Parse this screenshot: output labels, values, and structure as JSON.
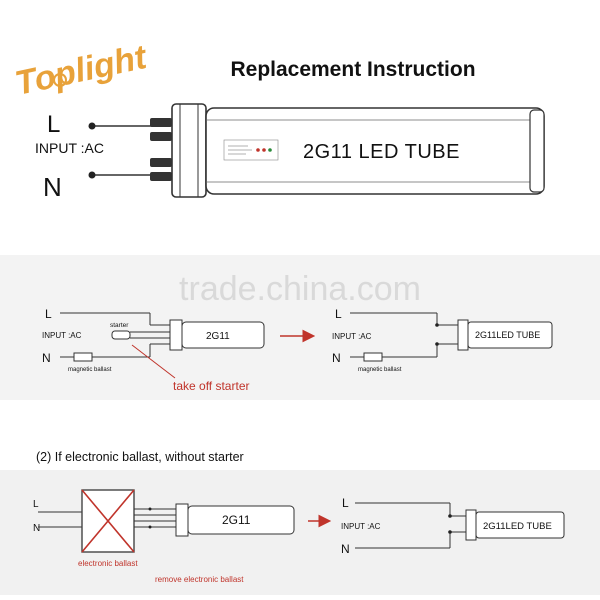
{
  "brand": {
    "logo_text": "Toplight",
    "color": "#e8a23a"
  },
  "title": "Replacement Instruction",
  "hero": {
    "label_l": "L",
    "label_input": "INPUT :AC",
    "label_n": "N",
    "tube_text": "2G11 LED TUBE"
  },
  "watermark": "trade.china.com",
  "section1": {
    "label_l": "L",
    "label_input": "INPUT :AC",
    "label_n": "N",
    "starter_label": "starter",
    "ballast_label": "magnetic ballast",
    "tube_text": "2G11",
    "take_off_label": "take off starter",
    "after": {
      "label_l": "L",
      "label_input": "INPUT :AC",
      "label_n": "N",
      "ballast_label": "magnetic ballast",
      "tube_text": "2G11LED TUBE"
    }
  },
  "section2": {
    "heading": "(2) If electronic ballast, without starter",
    "label_l_cut": "L",
    "label_n_cut": "N",
    "ballast_label": "electronic ballast",
    "tube_text": "2G11",
    "remove_label": "remove electronic ballast",
    "after": {
      "label_l": "L",
      "label_input": "INPUT :AC",
      "label_n": "N",
      "tube_text": "2G11LED TUBE"
    }
  },
  "colors": {
    "accent_red": "#c0342b",
    "line": "#333333"
  }
}
